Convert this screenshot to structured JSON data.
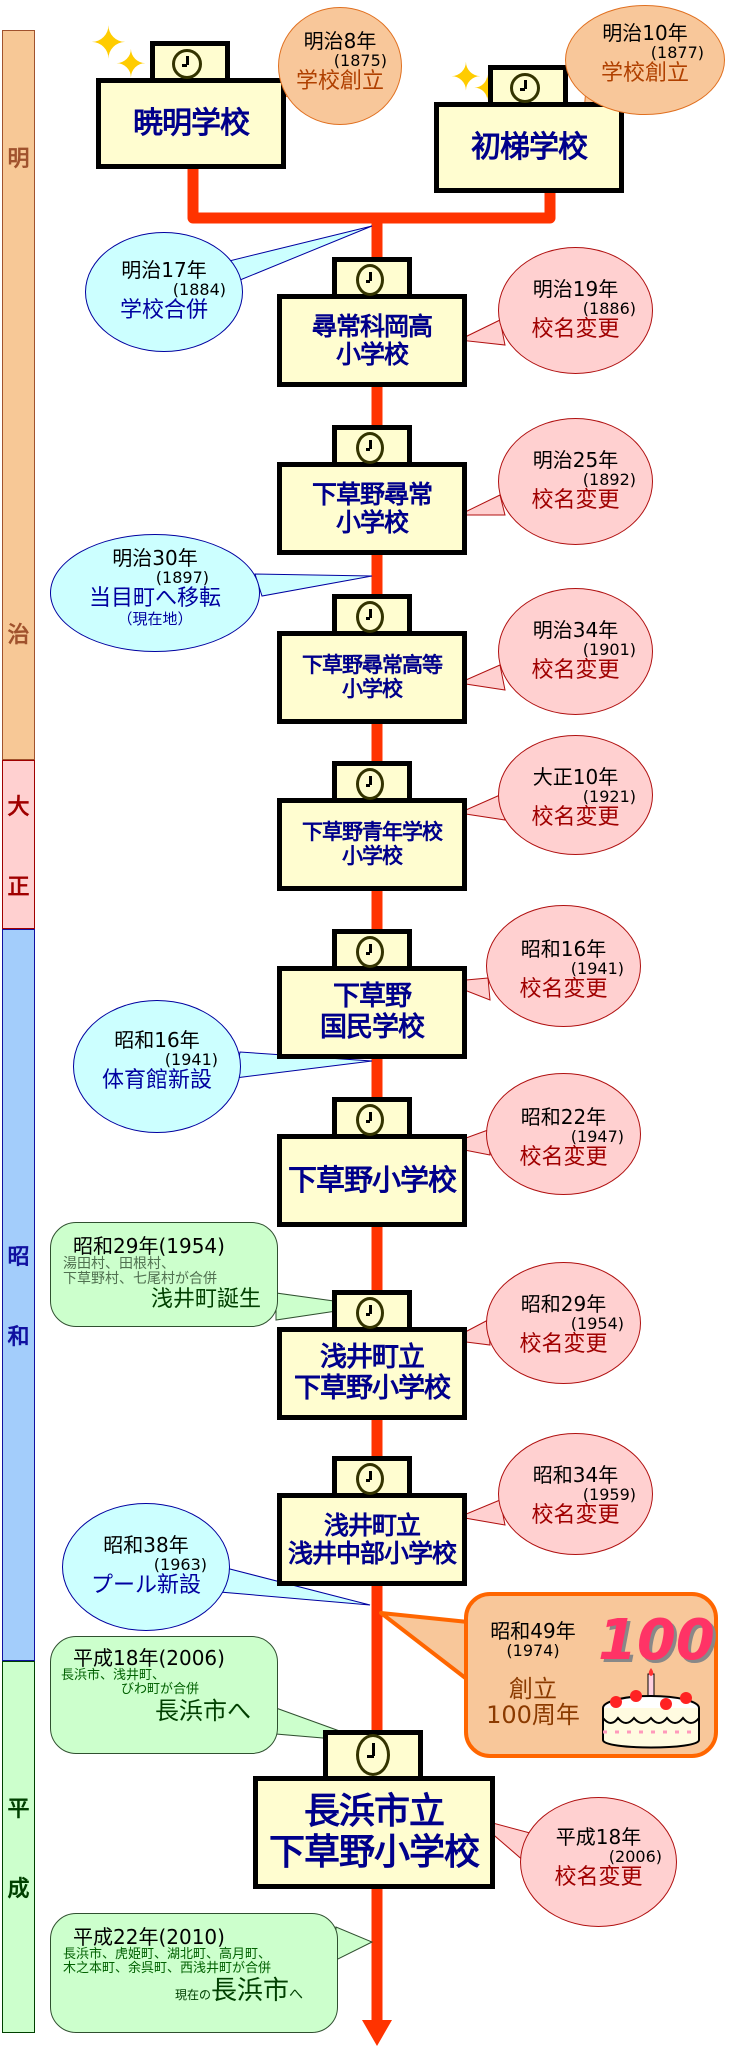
{
  "eras": [
    {
      "chars": [
        "明",
        "治"
      ],
      "color": "#a0522d"
    },
    {
      "chars": [
        "大",
        "正"
      ],
      "color": "#a00000"
    },
    {
      "chars": [
        "昭",
        "和"
      ],
      "color": "#1010a0"
    },
    {
      "chars": [
        "平",
        "成"
      ],
      "color": "#004000"
    }
  ],
  "schools": [
    {
      "lines": [
        "暁明学校"
      ]
    },
    {
      "lines": [
        "初梯学校"
      ]
    },
    {
      "lines": [
        "尋常科岡高",
        "小学校"
      ]
    },
    {
      "lines": [
        "下草野尋常",
        "小学校"
      ]
    },
    {
      "lines": [
        "下草野尋常高等",
        "小学校"
      ]
    },
    {
      "lines": [
        "下草野青年学校",
        "小学校"
      ]
    },
    {
      "lines": [
        "下草野",
        "国民学校"
      ]
    },
    {
      "lines": [
        "下草野小学校"
      ]
    },
    {
      "lines": [
        "浅井町立",
        "下草野小学校"
      ]
    },
    {
      "lines": [
        "浅井町立",
        "浅井中部小学校"
      ]
    },
    {
      "lines": [
        "長浜市立",
        "下草野小学校"
      ]
    }
  ],
  "founding_callouts": [
    {
      "era_year": "明治8年",
      "western_year": "(1875)",
      "event": "学校創立"
    },
    {
      "era_year": "明治10年",
      "western_year": "(1877)",
      "event": "学校創立"
    }
  ],
  "rename_callouts": [
    {
      "era_year": "明治19年",
      "western_year": "(1886)",
      "event": "校名変更"
    },
    {
      "era_year": "明治25年",
      "western_year": "(1892)",
      "event": "校名変更"
    },
    {
      "era_year": "明治34年",
      "western_year": "(1901)",
      "event": "校名変更"
    },
    {
      "era_year": "大正10年",
      "western_year": "(1921)",
      "event": "校名変更"
    },
    {
      "era_year": "昭和16年",
      "western_year": "(1941)",
      "event": "校名変更"
    },
    {
      "era_year": "昭和22年",
      "western_year": "(1947)",
      "event": "校名変更"
    },
    {
      "era_year": "昭和29年",
      "western_year": "(1954)",
      "event": "校名変更"
    },
    {
      "era_year": "昭和34年",
      "western_year": "(1959)",
      "event": "校名変更"
    },
    {
      "era_year": "平成18年",
      "western_year": "(2006)",
      "event": "校名変更"
    }
  ],
  "event_callouts": [
    {
      "era_year": "明治17年",
      "western_year": "(1884)",
      "event": "学校合併"
    },
    {
      "era_year": "明治30年",
      "western_year": "(1897)",
      "event": "当目町へ移転",
      "note": "（現在地）"
    },
    {
      "era_year": "昭和16年",
      "western_year": "(1941)",
      "event": "体育館新設"
    },
    {
      "era_year": "昭和38年",
      "western_year": "(1963)",
      "event": "プール新設"
    }
  ],
  "merger_callouts": [
    {
      "heading": "昭和29年(1954)",
      "lines": [
        "湯田村、田根村、",
        "下草野村、七尾村が合併"
      ],
      "result_prefix": "",
      "result": "浅井町誕生"
    },
    {
      "heading": "平成18年(2006)",
      "lines": [
        "長浜市、浅井町、",
        "びわ町が合併"
      ],
      "result_prefix": "",
      "result": "長浜市へ"
    },
    {
      "heading": "平成22年(2010)",
      "lines": [
        "長浜市、虎姫町、湖北町、高月町、",
        "木之本町、余呉町、西浅井町が合併"
      ],
      "result_prefix": "現在の",
      "result": "長浜市",
      "result_suffix": "へ"
    }
  ],
  "anniversary": {
    "era_year": "昭和49年",
    "western_year": "(1974)",
    "event_line1": "創立",
    "event_line2": "100周年",
    "badge_number": "100",
    "icon": "birthday-cake-icon"
  },
  "colors": {
    "timeline": "#ff3300",
    "school_fill": "#fffdd0",
    "school_text": "#00008b",
    "anniversary_border": "#ff6600",
    "badge": "#ff3366"
  }
}
